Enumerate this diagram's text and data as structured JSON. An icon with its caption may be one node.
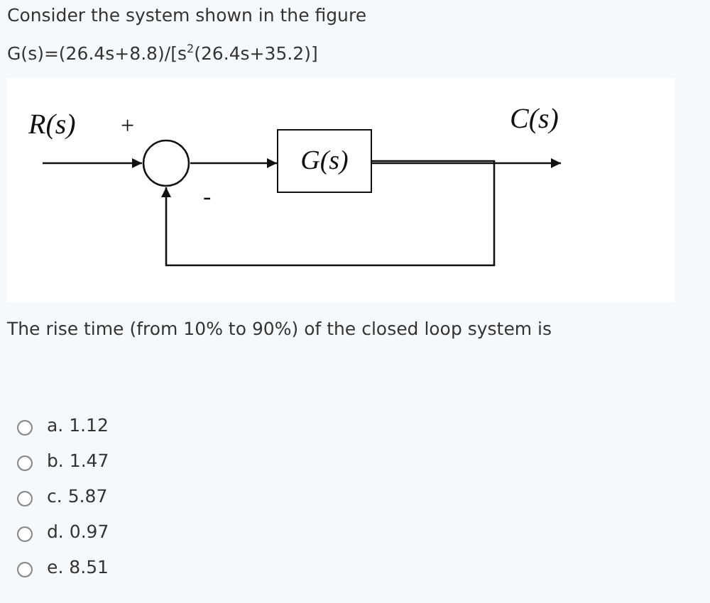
{
  "diagram": {
    "title": "Consider the system shown in the figure",
    "nodes": [
      {
        "text": [],
        "shape": "circle"
      },
      {
        "text": [
          "G(s)"
        ]
      }
    ],
    "edges": [
      {
        "from": null,
        "to": 0,
        "arrow": "to"
      },
      {
        "from": 0,
        "to": 1,
        "arrow": "to"
      },
      {
        "from": 1,
        "to": null,
        "arrow": "to"
      },
      {
        "from": 1,
        "to": 0,
        "arrow": "to"
      }
    ],
    "labels": [
      "G(s)=(26.4s+8.8)/[s$^{2}$(26.4s+35.2)]",
      "R(s)",
      "+",
      "C(s)",
      "-",
      "The rise time (from 10% to 90%) of the closed loop system is",
      "a. 1.12",
      "b. 1.47",
      "c. 5.87",
      "d. 0.97",
      "e. 8.51"
    ]
  }
}
